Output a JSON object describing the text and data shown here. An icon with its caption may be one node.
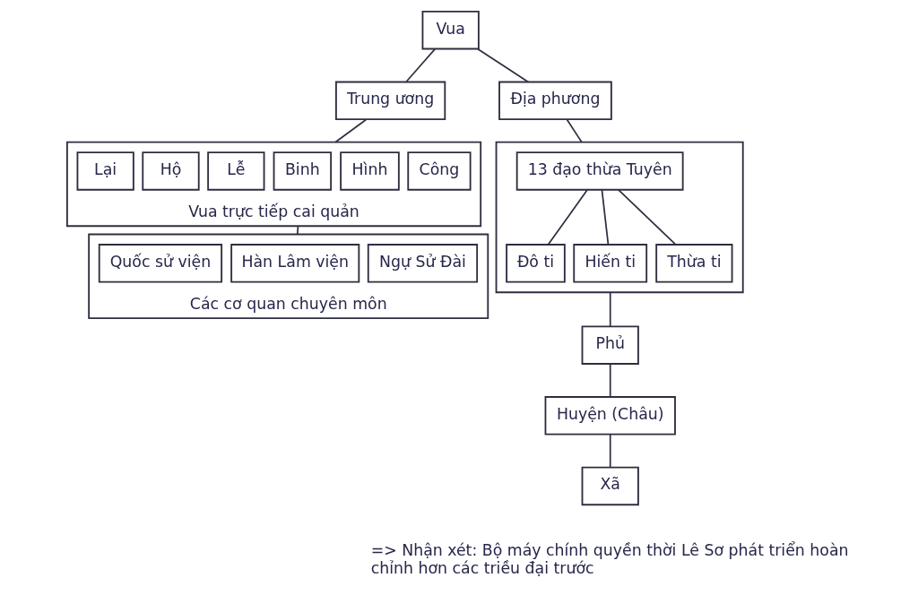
{
  "diagram": {
    "nodes": [
      {
        "text": [
          "Vua"
        ]
      },
      {
        "text": [
          "Trung ương"
        ]
      },
      {
        "text": [
          "Địa phương"
        ]
      },
      {
        "text": [
          "Vua trực tiếp cai quản"
        ]
      },
      {
        "text": [
          "Lại"
        ],
        "in": 3
      },
      {
        "text": [
          "Hộ"
        ],
        "in": 3
      },
      {
        "text": [
          "Lễ"
        ],
        "in": 3
      },
      {
        "text": [
          "Binh"
        ],
        "in": 3
      },
      {
        "text": [
          "Hình"
        ],
        "in": 3
      },
      {
        "text": [
          "Công"
        ],
        "in": 3
      },
      {
        "text": [],
        "shape": "box"
      },
      {
        "text": [
          "13 đạo thừa Tuyên"
        ],
        "in": 10
      },
      {
        "text": [
          "Đô ti"
        ],
        "in": 10
      },
      {
        "text": [
          "Hiến ti"
        ],
        "in": 10
      },
      {
        "text": [
          "Thừa ti"
        ],
        "in": 10
      },
      {
        "text": [
          "Các cơ quan chuyên môn"
        ]
      },
      {
        "text": [
          "Quốc sử viện"
        ],
        "in": 15
      },
      {
        "text": [
          "Hàn Lâm viện"
        ],
        "in": 15
      },
      {
        "text": [
          "Ngự Sử Đài"
        ],
        "in": 15
      },
      {
        "text": [
          "Phủ"
        ]
      },
      {
        "text": [
          "Huyện (Châu)"
        ]
      },
      {
        "text": [
          "Xã"
        ]
      }
    ],
    "edges": [
      {
        "from": 0,
        "to": 1,
        "arrow": "none"
      },
      {
        "from": 0,
        "to": 2,
        "arrow": "none"
      },
      {
        "from": 1,
        "to": 3,
        "arrow": "none"
      },
      {
        "from": 3,
        "to": 15,
        "arrow": "none"
      },
      {
        "from": 2,
        "to": 10,
        "arrow": "none"
      },
      {
        "from": 11,
        "to": 12,
        "arrow": "none"
      },
      {
        "from": 11,
        "to": 13,
        "arrow": "none"
      },
      {
        "from": 11,
        "to": 14,
        "arrow": "none"
      },
      {
        "from": 10,
        "to": 19,
        "arrow": "none"
      },
      {
        "from": 19,
        "to": 20,
        "arrow": "none"
      },
      {
        "from": 20,
        "to": 21,
        "arrow": "none"
      }
    ],
    "labels": [
      "=> Nhận xét: Bộ máy chính quyền thời Lê Sơ phát triển hoàn chỉnh hơn các triều đại trước"
    ]
  }
}
